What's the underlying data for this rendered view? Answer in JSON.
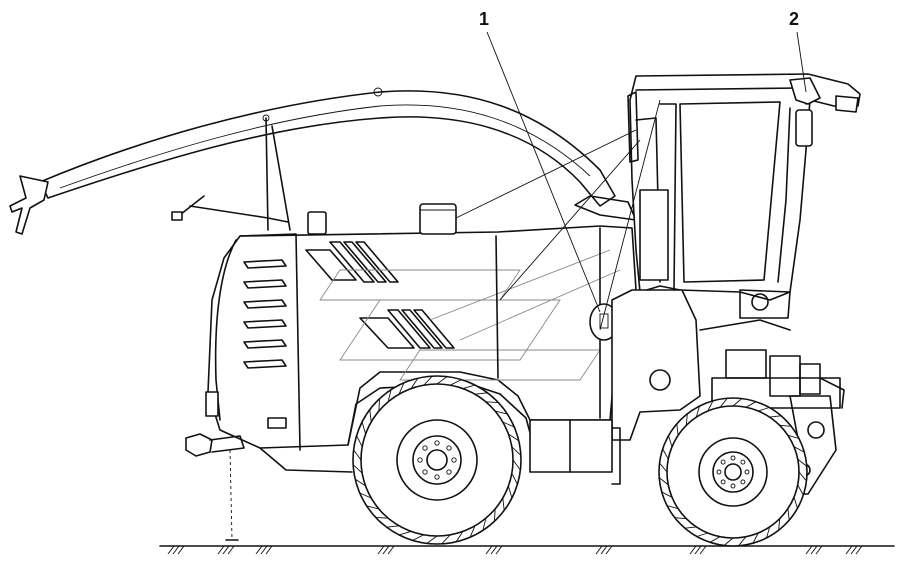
{
  "callouts": [
    {
      "id": "1",
      "label": "1"
    },
    {
      "id": "2",
      "label": "2"
    }
  ],
  "colors": {
    "line": "#111111",
    "background": "#ffffff",
    "ghost": "#888888"
  }
}
